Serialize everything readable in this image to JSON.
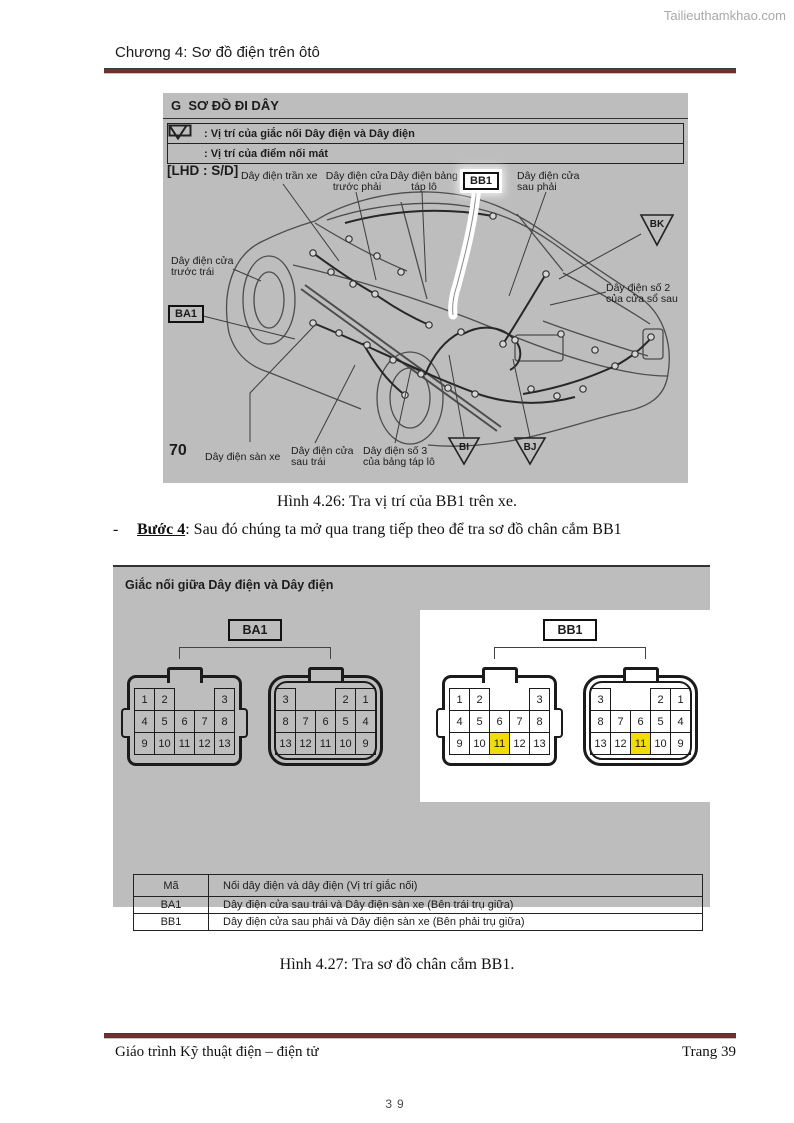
{
  "colors": {
    "rule_maroon": "#6e2f2d",
    "figure_bg": "#bdbdbd",
    "pin_highlight": "#f3dc00",
    "watermark_gray": "#a8a8a8"
  },
  "watermark": "Tailieuthamkhao.com",
  "header": {
    "title": "Chương 4: Sơ đồ điện trên ôtô"
  },
  "figure1": {
    "title": "G  SƠ ĐỒ ĐI DÂY",
    "legend": {
      "row1": ": Vị trí của giắc nối Dây điện và Dây điện",
      "row2": ": Vị trí của điểm nối mát"
    },
    "variant": "[LHD : S/D]",
    "labels": {
      "roof": "Dây điện trần xe",
      "front_right_door": "Dây điện cửa\ntrước phải",
      "dash_panel": "Dây điện bảng\ntáp lô",
      "bb1": "BB1",
      "rear_right_door": "Dây điện cửa\nsau phải",
      "front_left_door": "Dây điện cửa\ntrước trái",
      "ba1": "BA1",
      "rear_window_2": "Dây điện số 2\ncủa cửa sổ sau",
      "floor": "Dây điện sàn xe",
      "rear_left_door": "Dây điện cửa\nsau trái",
      "dash_3": "Dây điện số 3\ncủa bảng táp lô",
      "page_num": "70"
    },
    "ground_markers": {
      "bk": "BK",
      "bi": "BI",
      "bj": "BJ"
    }
  },
  "caption1": "Hình 4.26: Tra vị trí của BB1 trên xe.",
  "step": {
    "bullet": "-",
    "label": "Bước 4",
    "rest": ": Sau đó chúng ta mở qua trang tiếp theo để tra sơ đồ chân cắm BB1"
  },
  "figure2": {
    "title": "Giắc nối giữa Dây điện và Dây điện",
    "pin_rows_male": [
      [
        {
          "n": "1"
        },
        {
          "n": "2"
        },
        {
          "gap": 2
        },
        {
          "n": "3"
        }
      ],
      [
        {
          "n": "4"
        },
        {
          "n": "5"
        },
        {
          "n": "6"
        },
        {
          "n": "7"
        },
        {
          "n": "8"
        }
      ],
      [
        {
          "n": "9"
        },
        {
          "n": "10"
        },
        {
          "n": "11"
        },
        {
          "n": "12"
        },
        {
          "n": "13"
        }
      ]
    ],
    "pin_rows_female": [
      [
        {
          "n": "3"
        },
        {
          "gap": 2
        },
        {
          "n": "2"
        },
        {
          "n": "1"
        }
      ],
      [
        {
          "n": "8"
        },
        {
          "n": "7"
        },
        {
          "n": "6"
        },
        {
          "n": "5"
        },
        {
          "n": "4"
        }
      ],
      [
        {
          "n": "13"
        },
        {
          "n": "12"
        },
        {
          "n": "11"
        },
        {
          "n": "10"
        },
        {
          "n": "9"
        }
      ]
    ],
    "groups": [
      {
        "code": "BA1",
        "highlight_pins": []
      },
      {
        "code": "BB1",
        "highlight_pins": [
          "11"
        ]
      }
    ],
    "table": {
      "headers": [
        "Mã",
        "Nối dây điện và dây điện (Vị trí giắc nối)"
      ],
      "rows": [
        {
          "code": "BA1",
          "desc": "Dây điện cửa sau trái và Dây điện sàn xe (Bên trái trụ giữa)"
        },
        {
          "code": "BB1",
          "desc": "Dây điện cửa sau phải và Dây điện sàn xe (Bên phải trụ giữa)"
        }
      ]
    }
  },
  "caption2": "Hình 4.27: Tra sơ đồ chân cắm BB1.",
  "footer": {
    "left": "Giáo trình Kỹ thuật điện – điện tử",
    "right": "Trang 39",
    "page_number": "39"
  }
}
